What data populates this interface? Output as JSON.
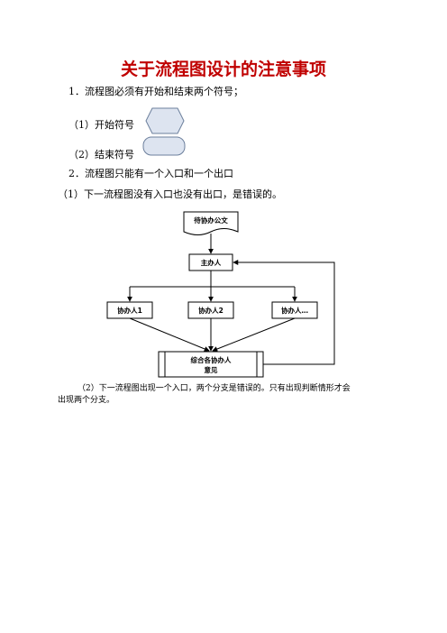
{
  "doc": {
    "title": "关于流程图设计的注意事项",
    "item1": "1．流程图必须有开始和结束两个符号；",
    "start_label": "（1）开始符号",
    "end_label": "（2）结束符号",
    "item2": "2．流程图只能有一个入口和一个出口",
    "sub1": "（1）下一流程图没有入口也没有出口，是错误的。",
    "sub2_line1": "（2）下一流程图出现一个入口，两个分支是错误的。只有出现判断情形才会",
    "sub2_line2": "出现两个分支。"
  },
  "flowchart": {
    "doc_box": "待协办公文",
    "main": "主办人",
    "assist1": "协办人1",
    "assist2": "协办人2",
    "assist3": "协办人…",
    "summary_line1": "综合各协办人",
    "summary_line2": "意见"
  },
  "colors": {
    "title": "#c00000",
    "shape_fill": "#dde4f0",
    "shape_stroke": "#6c7f9c"
  }
}
